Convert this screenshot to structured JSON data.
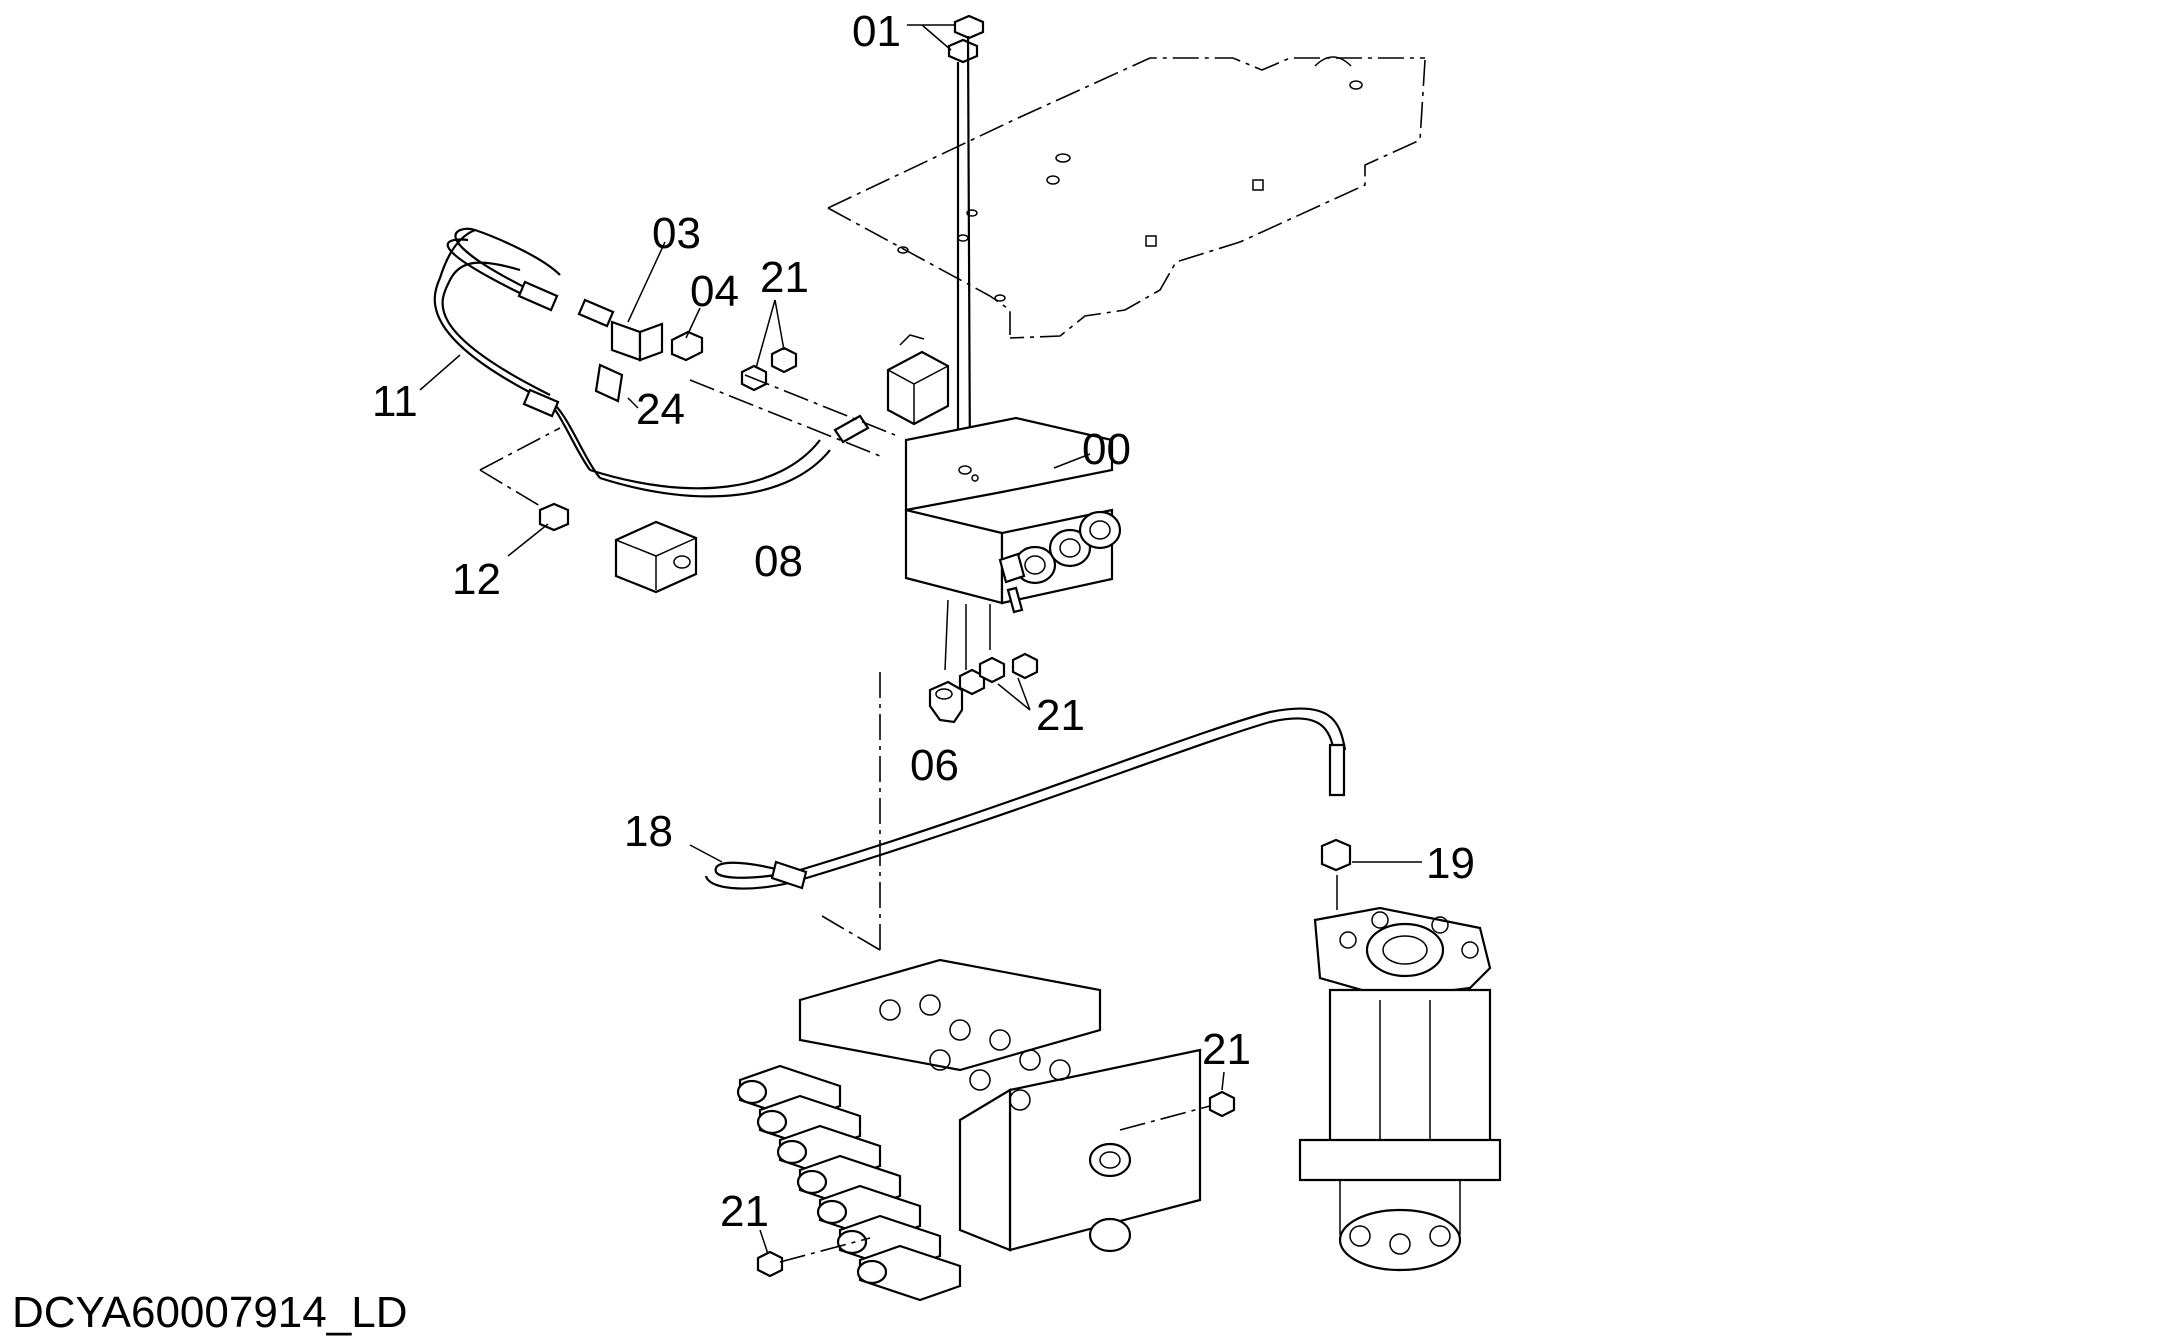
{
  "drawing_code": "DCYA60007914_LD",
  "callouts": [
    {
      "id": "c01",
      "text": "01"
    },
    {
      "id": "c03",
      "text": "03"
    },
    {
      "id": "c04",
      "text": "04"
    },
    {
      "id": "c21a",
      "text": "21"
    },
    {
      "id": "c11",
      "text": "11"
    },
    {
      "id": "c24",
      "text": "24"
    },
    {
      "id": "c00",
      "text": "00"
    },
    {
      "id": "c12",
      "text": "12"
    },
    {
      "id": "c08",
      "text": "08"
    },
    {
      "id": "c21b",
      "text": "21"
    },
    {
      "id": "c06",
      "text": "06"
    },
    {
      "id": "c18",
      "text": "18"
    },
    {
      "id": "c19",
      "text": "19"
    },
    {
      "id": "c21c",
      "text": "21"
    },
    {
      "id": "c21d",
      "text": "21"
    }
  ]
}
